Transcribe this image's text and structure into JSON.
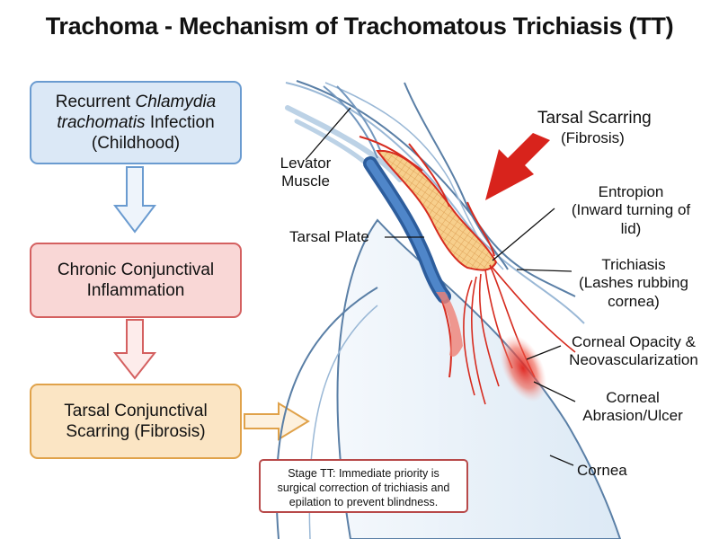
{
  "title": "Trachoma - Mechanism of Trachomatous Trichiasis (TT)",
  "flow": {
    "box1": {
      "line1_prefix": "Recurrent ",
      "line1_italic": "Chlamydia",
      "line2_italic": "trachomatis",
      "line2_suffix": " Infection",
      "line3": "(Childhood)"
    },
    "box2": {
      "line1": "Chronic Conjunctival",
      "line2": "Inflammation"
    },
    "box3": {
      "line1": "Tarsal Conjunctival",
      "line2": "Scarring (Fibrosis)"
    }
  },
  "labels": {
    "levator": {
      "line1": "Levator",
      "line2": "Muscle"
    },
    "tarsal_plate": "Tarsal Plate",
    "tarsal_scarring": {
      "line1": "Tarsal Scarring",
      "line2": "(Fibrosis)"
    },
    "entropion": {
      "line1": "Entropion",
      "line2": "(Inward turning of",
      "line3": "lid)"
    },
    "trichiasis": {
      "line1": "Trichiasis",
      "line2": "(Lashes rubbing",
      "line3": "cornea)"
    },
    "opacity": {
      "line1": "Corneal Opacity &",
      "line2": "Neovascularization"
    },
    "abrasion": {
      "line1": "Corneal",
      "line2": "Abrasion/Ulcer"
    },
    "cornea": "Cornea"
  },
  "note": {
    "line1": "Stage TT: Immediate priority is",
    "line2": "surgical correction of trichiasis and",
    "line3": "epilation to prevent blindness."
  },
  "colors": {
    "blue_box_fill": "#dbe8f6",
    "blue_box_border": "#6a9bd0",
    "red_box_fill": "#f9d7d6",
    "red_box_border": "#d46060",
    "orange_box_fill": "#fbe5c4",
    "orange_box_border": "#e0a24a",
    "tarsal_plate": "#3a6fb3",
    "scar": "#d62b1f",
    "fibrosis_fill": "#f7cf8c"
  }
}
